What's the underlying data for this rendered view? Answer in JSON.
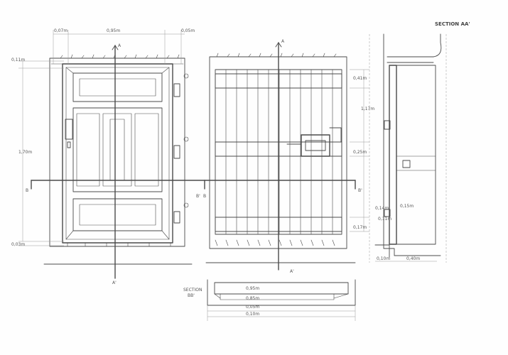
{
  "sheet": {
    "section_aa_title": "SECTION AA'",
    "section_bb_title": "SECTION",
    "section_bb_title2": "BB'"
  },
  "labels": {
    "a_top_left": "A",
    "a_bottom_left": "A'",
    "a_top_right": "A",
    "a_bottom_right": "A'",
    "b_left": "B",
    "b_mid_left": "B'",
    "b_mid_right": "B",
    "b_right": "B'"
  },
  "dims": {
    "front_top_left": "0,07m",
    "front_top_width": "0,95m",
    "front_top_right": "0,05m",
    "front_left_top": "0,11m",
    "front_height": "1,70m",
    "front_left_bottom": "0,03m",
    "back_r1": "0,41m",
    "back_r2": "1,17m",
    "back_r3": "0,25m",
    "back_r4": "0,17m",
    "sec_a1": "0,14m",
    "sec_a2": "0,15m",
    "sec_a3": "0,11m",
    "sec_base_left": "0,10m",
    "sec_base_right": "0,40m",
    "bb_d1": "0,95m",
    "bb_d2": "0,85m",
    "bb_d3": "0,05m",
    "bb_d4": "0,10m"
  }
}
